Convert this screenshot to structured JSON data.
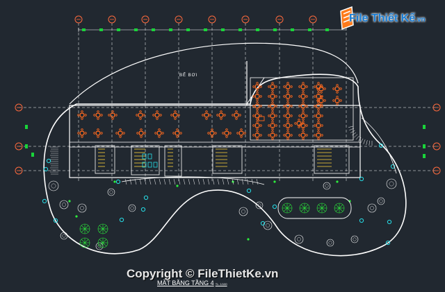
{
  "plan": {
    "pool_label": "BỂ BƠI",
    "title": "MẶT BẰNG TẦNG 4",
    "scale": "TL: 1/100"
  },
  "watermark": {
    "copyright": "Copyright © FileThietKe.vn",
    "logo_main": "File Thiết Kế",
    "logo_tld": ".vn"
  },
  "colors": {
    "background": "#212830",
    "lines": "#ffffff",
    "grid_markers": "#ff6a3d",
    "dimension_marks": "#19d43a",
    "furniture": "#ff6a1e",
    "trees": "#2cf03c",
    "light_fixtures": "#27dfe8",
    "stairs": "#ffd23a",
    "logo": "#1b7fd6"
  }
}
